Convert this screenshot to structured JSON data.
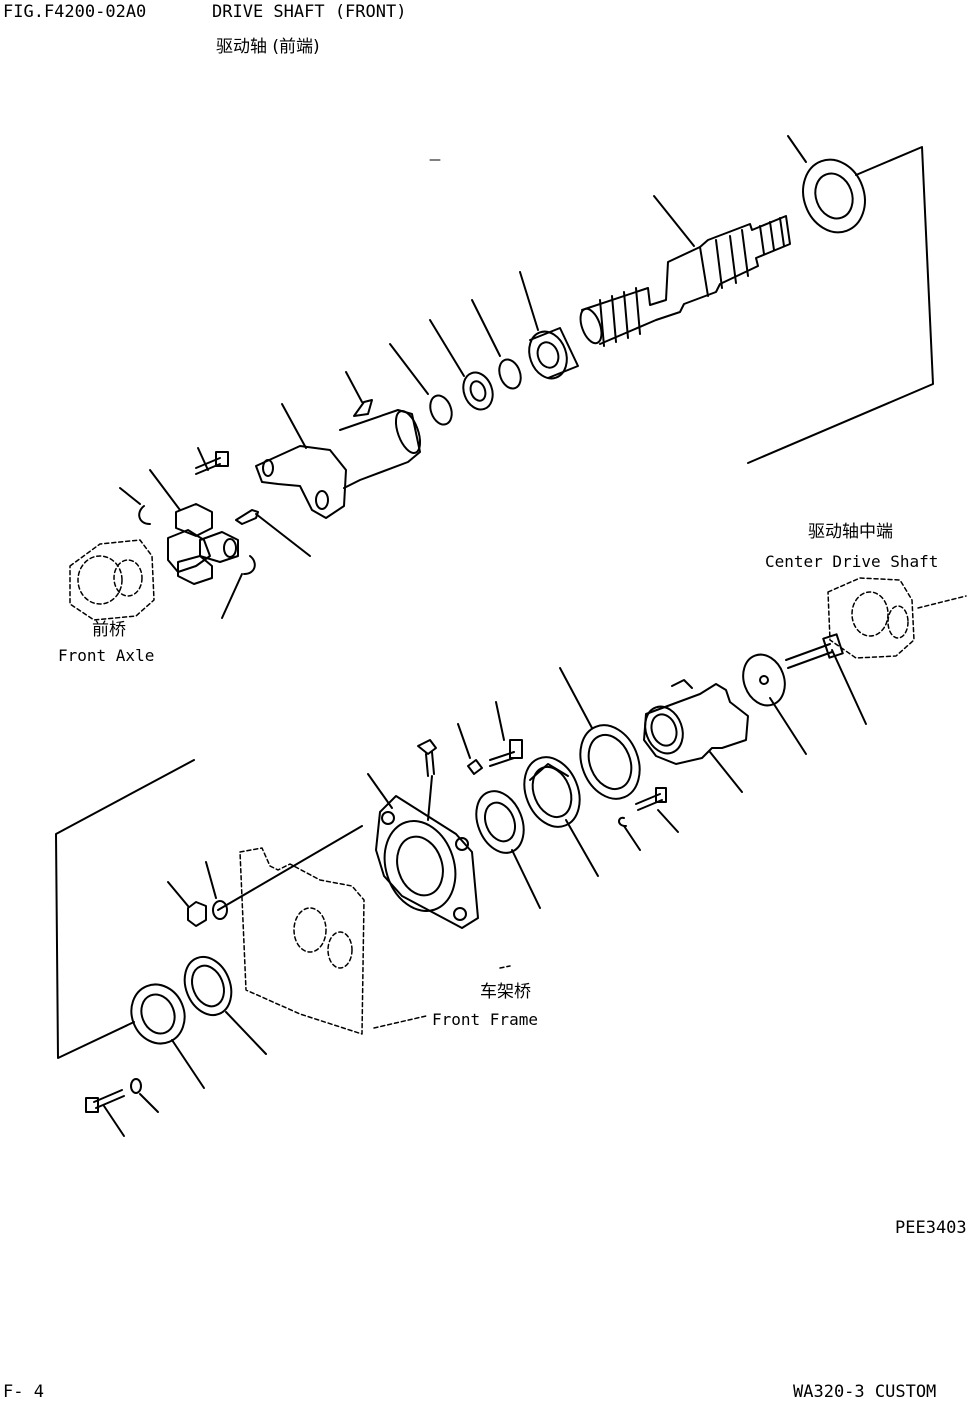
{
  "header": {
    "fig_number": "FIG.F4200-02A0",
    "title_en": "DRIVE SHAFT (FRONT)",
    "title_cn": "驱动轴 (前端)"
  },
  "labels": {
    "front_axle_cn": "前桥",
    "front_axle_en": "Front Axle",
    "center_shaft_cn": "驱动轴中端",
    "center_shaft_en": "Center Drive Shaft",
    "front_frame_cn": "车架桥",
    "front_frame_en": "Front Frame"
  },
  "footer": {
    "image_code": "PEE3403",
    "page": "F-  4",
    "model": "WA320-3  CUSTOM"
  }
}
